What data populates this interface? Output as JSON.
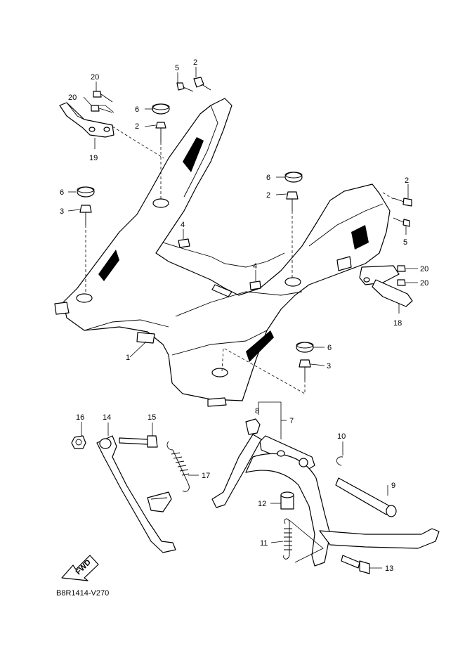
{
  "diagram_code": "B8R1414-V270",
  "fwd_label": "FWD",
  "callouts": {
    "c1": "1",
    "c2a": "2",
    "c2b": "2",
    "c2c": "2",
    "c2d": "2",
    "c3a": "3",
    "c3b": "3",
    "c4a": "4",
    "c4b": "4",
    "c5a": "5",
    "c5b": "5",
    "c6a": "6",
    "c6b": "6",
    "c6c": "6",
    "c7": "7",
    "c8": "8",
    "c9": "9",
    "c10": "10",
    "c11": "11",
    "c12": "12",
    "c13": "13",
    "c14": "14",
    "c15": "15",
    "c16": "16",
    "c17": "17",
    "c18": "18",
    "c19": "19",
    "c20a": "20",
    "c20b": "20",
    "c20c": "20",
    "c20d": "20"
  }
}
